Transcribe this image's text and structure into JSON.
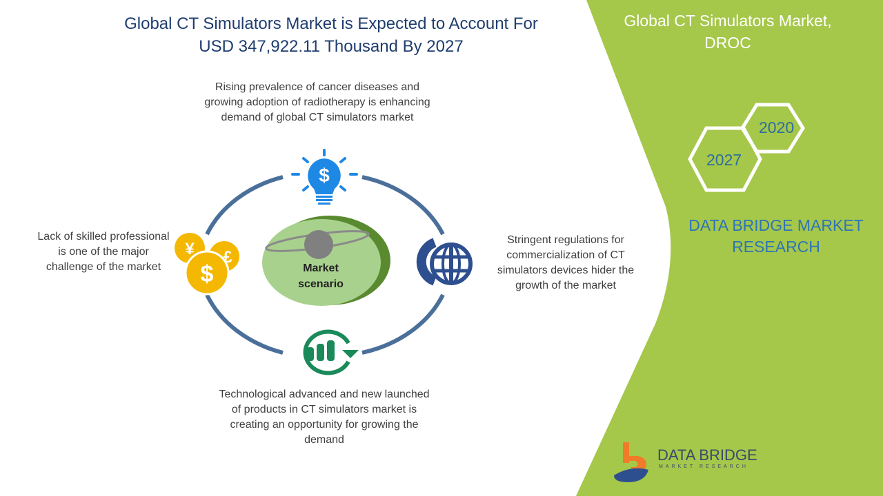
{
  "header": {
    "title_line1": "Global CT Simulators Market is Expected to Account For",
    "title_line2": "USD  347,922.11 Thousand By 2027"
  },
  "diagram": {
    "center_line1": "Market",
    "center_line2": "scenario",
    "drivers": "Rising prevalence of cancer diseases and growing adoption of radiotherapy is enhancing demand of global CT simulators market",
    "restraints": "Stringent regulations for commercialization of CT simulators devices hider the growth of the market",
    "opportunities": "Technological advanced and new launched of products  in CT simulators market is creating an opportunity for growing the demand",
    "challenges": "Lack of skilled professional is one of the major challenge of the market"
  },
  "side_panel": {
    "title_line1": "Global CT Simulators Market,",
    "title_line2": "DROC",
    "year_start": "2020",
    "year_end": "2027",
    "brand_line1": "DATA BRIDGE MARKET",
    "brand_line2": "RESEARCH",
    "logo_text": "DATA BRIDGE",
    "logo_subtext": "MARKET RESEARCH"
  },
  "colors": {
    "panel_green": "#a5c74a",
    "ring_blue": "#4a6f9a",
    "title_blue": "#1f3d6e",
    "bulb_blue": "#1e88e5",
    "coin_yellow": "#f5b800",
    "chart_green": "#1a8a5a"
  }
}
